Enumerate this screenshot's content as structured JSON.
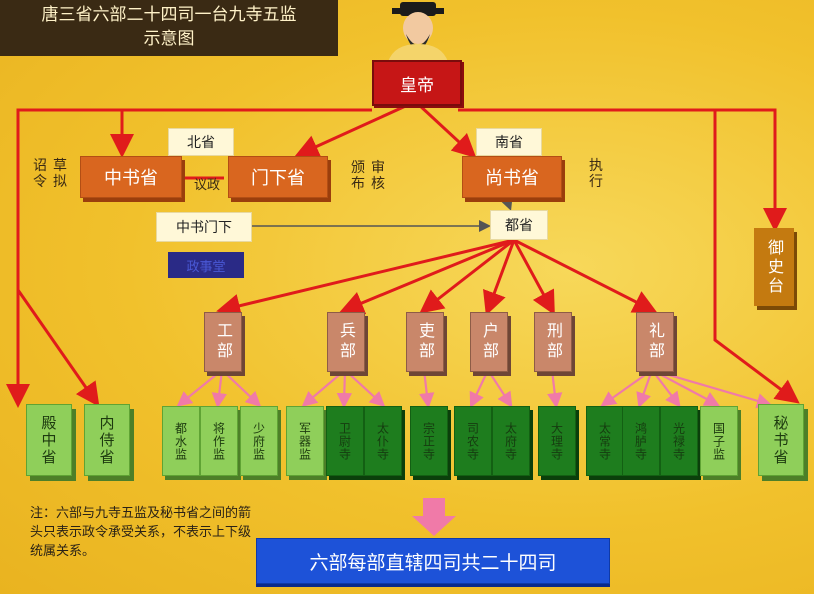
{
  "title": {
    "line1": "唐三省六部二十四司一台九寺五监",
    "line2": "示意图"
  },
  "emperor": "皇帝",
  "labels": {
    "north": "北省",
    "south": "南省",
    "draft": "草\n拟",
    "edict": "诏\n令",
    "discuss": "议政",
    "review": "审\n核",
    "promulgate": "颁\n布",
    "execute": "执\n行",
    "zhongshumenxia": "中书门下",
    "dusheng": "都省",
    "zhengshitang": "政事堂"
  },
  "provinces": {
    "zhongshu": "中书省",
    "menxia": "门下省",
    "shangshu": "尚书省"
  },
  "censorate": "御史台",
  "ministries": [
    "工部",
    "兵部",
    "吏部",
    "户部",
    "刑部",
    "礼部"
  ],
  "side_agencies": {
    "left1": "殿中省",
    "left2": "内侍省",
    "right": "秘书省"
  },
  "agencies": [
    {
      "name": "都水监",
      "kind": "light"
    },
    {
      "name": "将作监",
      "kind": "light"
    },
    {
      "name": "少府监",
      "kind": "light"
    },
    {
      "name": "军器监",
      "kind": "light"
    },
    {
      "name": "卫尉寺",
      "kind": "dark"
    },
    {
      "name": "太仆寺",
      "kind": "dark"
    },
    {
      "name": "宗正寺",
      "kind": "dark"
    },
    {
      "name": "司农寺",
      "kind": "dark"
    },
    {
      "name": "太府寺",
      "kind": "dark"
    },
    {
      "name": "大理寺",
      "kind": "dark"
    },
    {
      "name": "太常寺",
      "kind": "dark"
    },
    {
      "name": "鸿胪寺",
      "kind": "dark"
    },
    {
      "name": "光禄寺",
      "kind": "dark"
    },
    {
      "name": "国子监",
      "kind": "light"
    }
  ],
  "note": "注：六部与九寺五监及秘书省之间的箭头只表示政令承受关系，不表示上下级统属关系。",
  "banner": "六部每部直辖四司共二十四司",
  "colors": {
    "background": "#f2c531",
    "arrow_red": "#e01b1b",
    "arrow_pink": "#f07aa8",
    "emperor": "#c61616",
    "province": "#d9661f",
    "ministry": "#c9876a",
    "agency_light": "#8fcf5a",
    "agency_dark": "#1e7d1e",
    "censorate": "#c47a10",
    "banner": "#1d52d8"
  }
}
